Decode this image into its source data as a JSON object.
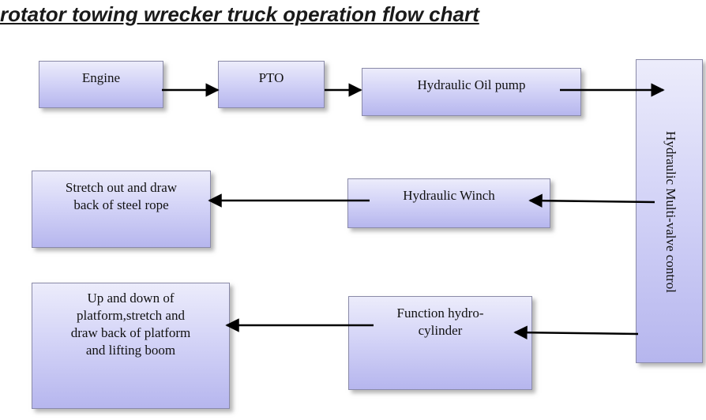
{
  "title": "rotator towing wrecker truck operation flow chart",
  "nodes": {
    "engine": "Engine",
    "pto": "PTO",
    "oil_pump": "Hydraulic Oil pump",
    "multi_valve": "Hydraulic Multi-valve control",
    "winch": "Hydraulic Winch",
    "steel_rope": "Stretch out and draw\nback of steel rope",
    "hydro_cylinder": "Function hydro-\ncylinder",
    "platform": "Up and down of\nplatform,stretch and\ndraw back of platform\nand lifting boom"
  },
  "colors": {
    "box_top": "#ececfb",
    "box_bottom": "#b6b6ee",
    "arrow": "#000000"
  }
}
